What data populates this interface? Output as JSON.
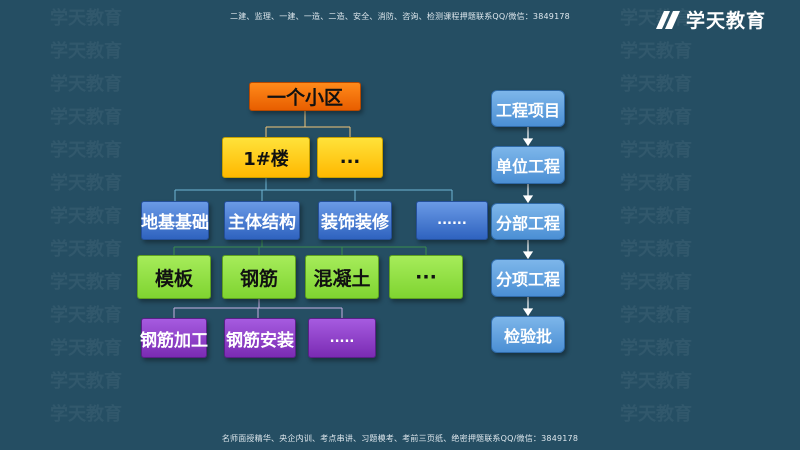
{
  "header": {
    "top_text": "二建、监理、一建、一造、二造、安全、消防、咨询、检测课程押题联系QQ/微信：3849178",
    "bottom_text": "名师面授精华、央企内训、考点串讲、习题模考、考前三页纸、绝密押题联系QQ/微信：3849178",
    "logo_text": "学天教育",
    "watermark_text": "学天教育"
  },
  "hierarchy": {
    "root": "一个小区",
    "level1": [
      "1#楼",
      "..."
    ],
    "level2": [
      "地基基础",
      "主体结构",
      "装饰装修",
      "......"
    ],
    "level3": [
      "模板",
      "钢筋",
      "混凝土",
      "···"
    ],
    "level4": [
      "钢筋加工",
      "钢筋安装",
      "....."
    ]
  },
  "flow": [
    "工程项目",
    "单位工程",
    "分部工程",
    "分项工程",
    "检验批"
  ],
  "colors": {
    "background": "#254e63",
    "root": "#ff7a0a",
    "level1": "#ffc400",
    "level2": "#4a7fd6",
    "level3": "#90e040",
    "level4": "#8e3ccc",
    "flow": "#5a9fe0"
  }
}
